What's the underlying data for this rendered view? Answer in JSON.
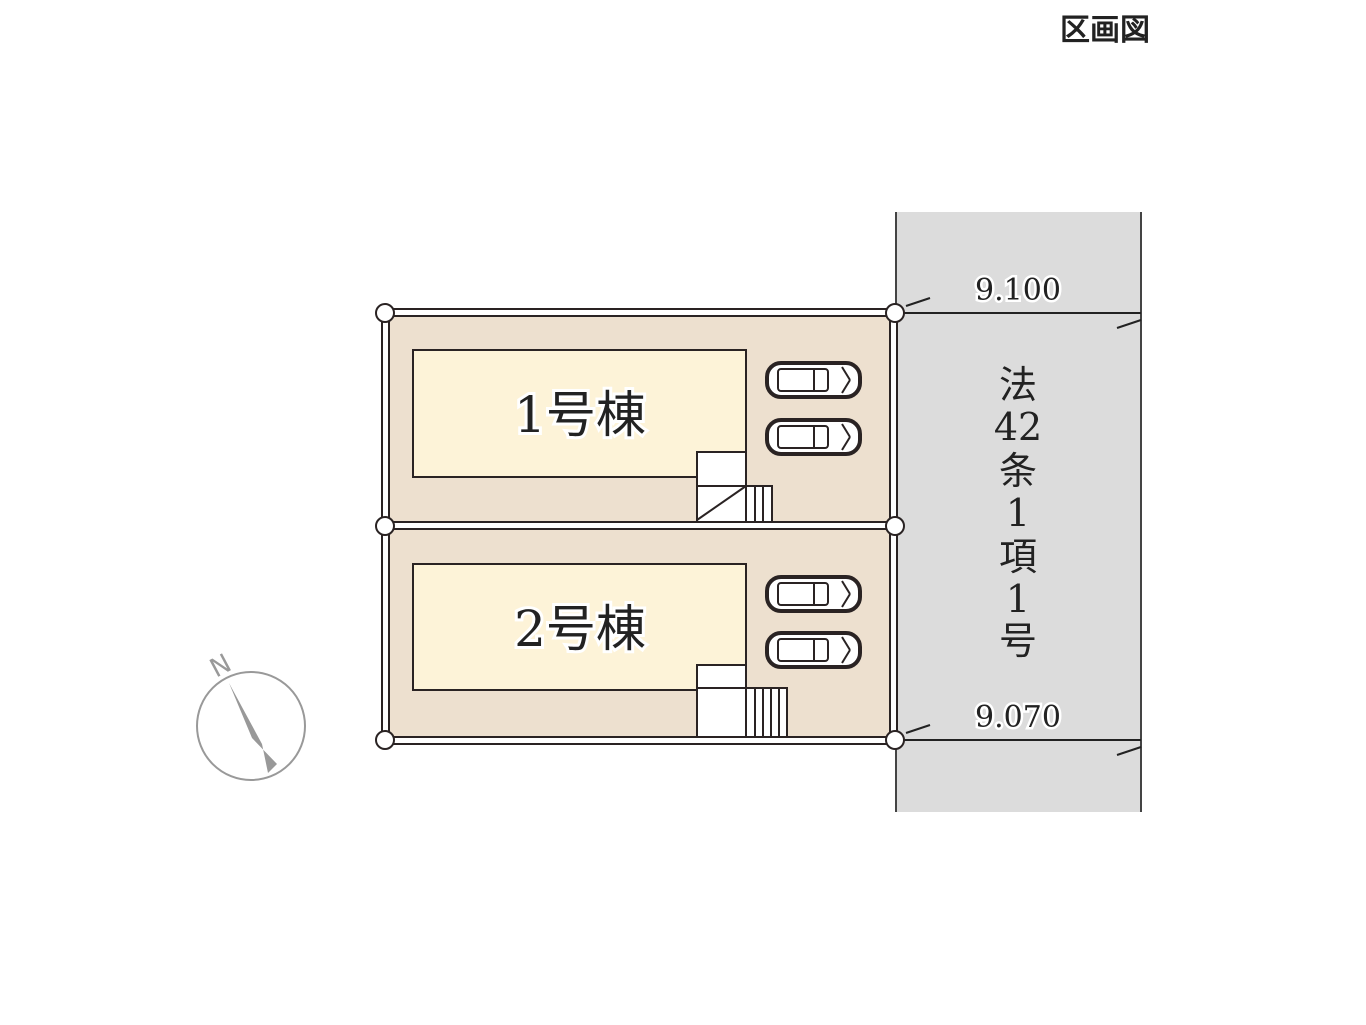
{
  "title": "区画図",
  "lots": [
    {
      "label": "1号棟",
      "parking_spaces": 2
    },
    {
      "label": "2号棟",
      "parking_spaces": 2
    }
  ],
  "road": {
    "label_lines": [
      "法",
      "42",
      "条",
      "1",
      "項",
      "1",
      "号"
    ],
    "width_top": "9.100",
    "width_bottom": "9.070"
  },
  "compass": {
    "label": "N"
  },
  "colors": {
    "lot": "#ede0cf",
    "building": "#fdf3d8",
    "road": "#dcdcdc",
    "line": "#2a2323"
  }
}
